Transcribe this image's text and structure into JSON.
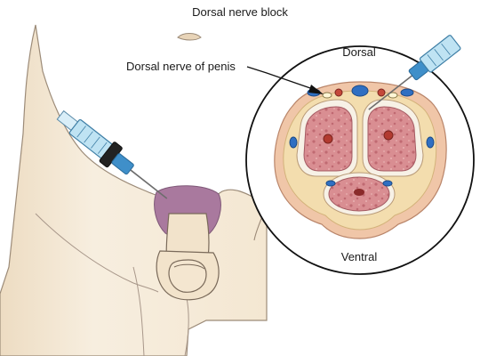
{
  "figure": {
    "title": "Dorsal nerve block",
    "labels": {
      "nerve": "Dorsal nerve of penis",
      "dorsal": "Dorsal",
      "ventral": "Ventral"
    },
    "colors": {
      "skin": "#f6ecda",
      "outline": "#7a6a5a",
      "injection_area": "#a9799e",
      "erectile_tissue": "#d98e92",
      "tunica": "#f7f1e6",
      "fat_layer": "#f3ddae",
      "outer_skin_ring": "#f0c6a8",
      "vein": "#2f6fc2",
      "artery": "#c4483a",
      "syringe_barrel": "#bfe3f3",
      "syringe_hub": "#3f8fc9"
    }
  }
}
